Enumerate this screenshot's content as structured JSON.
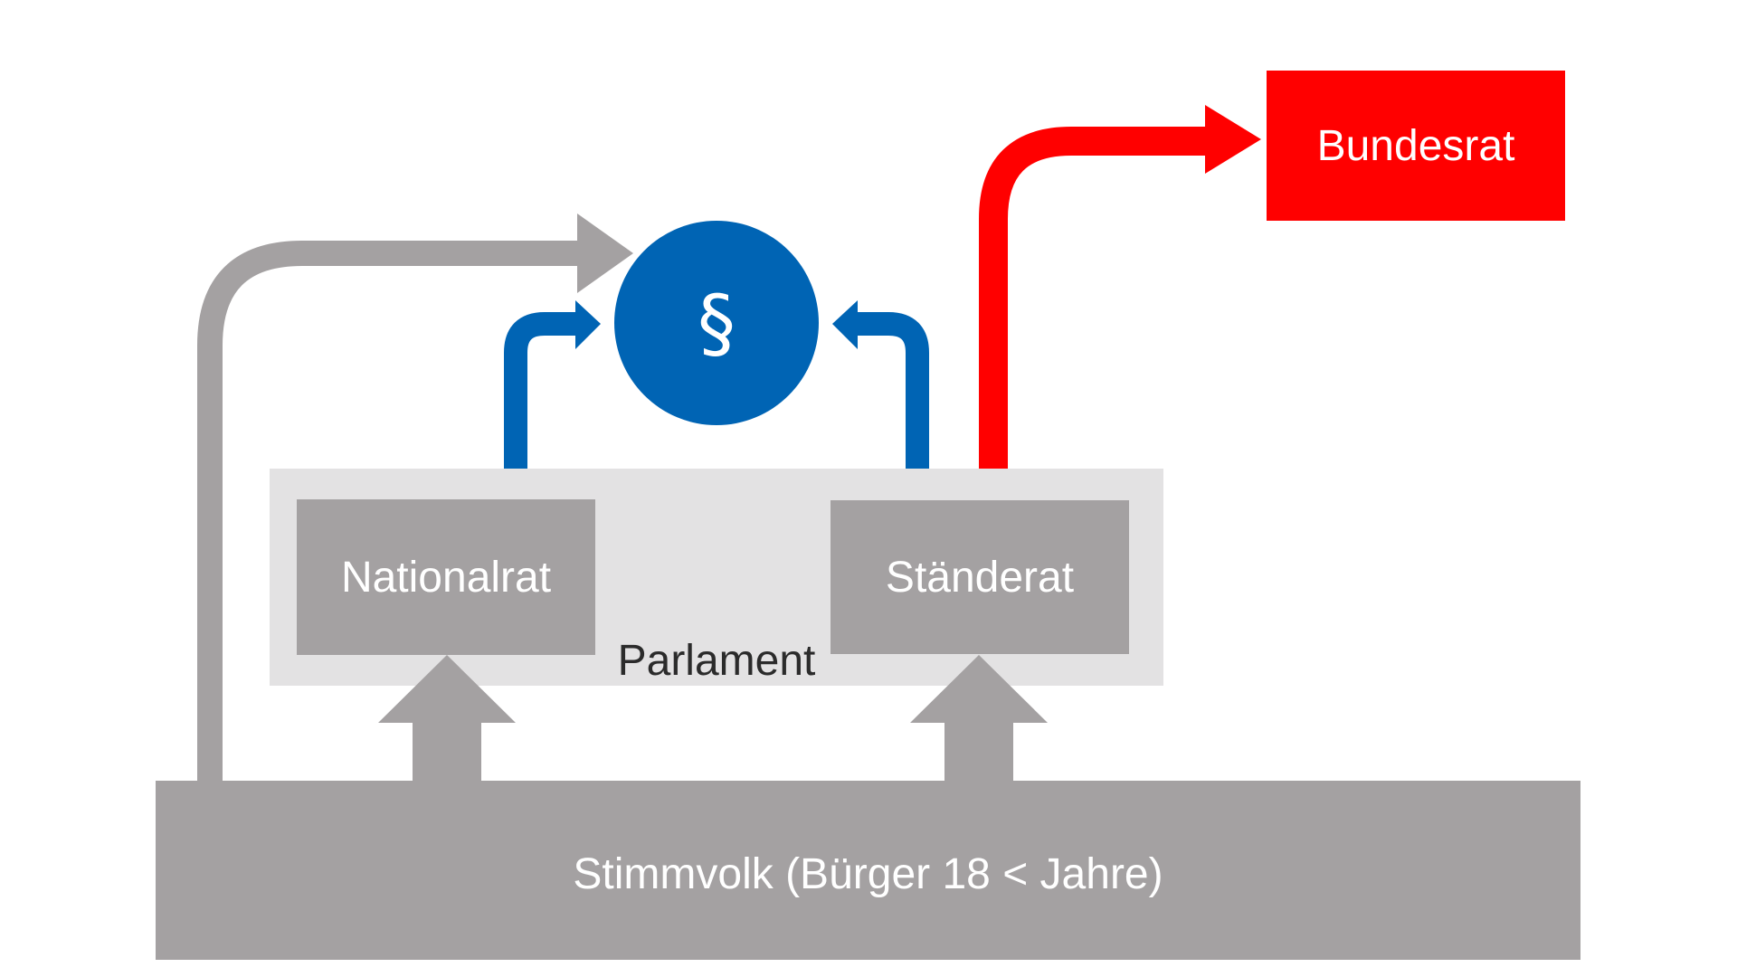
{
  "nodes": {
    "bundesrat": "Bundesrat",
    "paragraph": "§",
    "nationalrat": "Nationalrat",
    "staenderat": "Ständerat",
    "parlament": "Parlament",
    "stimmvolk": "Stimmvolk (Bürger 18 < Jahre)"
  },
  "colors": {
    "gray_box": "#a4a1a2",
    "parlament_bg": "#e3e2e3",
    "blue": "#0064b4",
    "red": "#ff0000",
    "dark_text": "#2b2b2b"
  }
}
